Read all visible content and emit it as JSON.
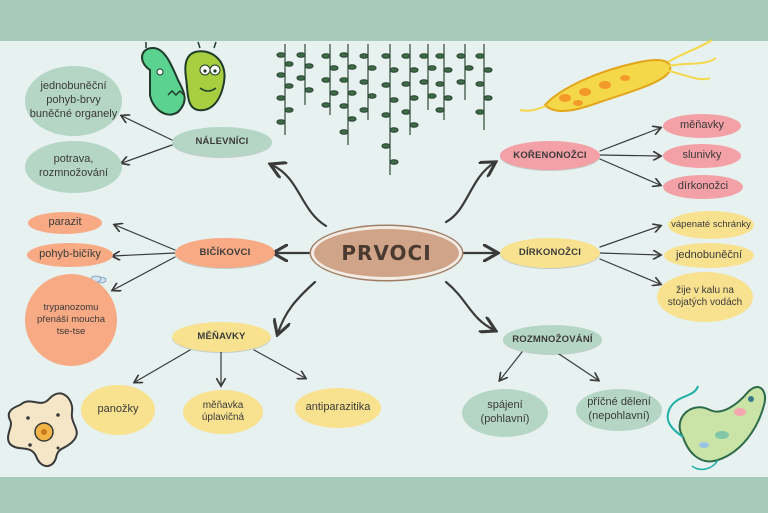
{
  "title": "PRVOCI",
  "colors": {
    "band": "#a7cbbb",
    "background": "#e6f1f0",
    "green_node": "#b5d6c5",
    "orange_node": "#f7aa84",
    "yellow_node": "#f8e28f",
    "pink_node": "#f3a0a6",
    "center_node": "#cfa488"
  },
  "branches": {
    "nalevnici": {
      "label": "NÁLEVNÍCI",
      "items": [
        "jednobuněční pohyb-brvy buněčné organely",
        "potrava, rozmnožování"
      ]
    },
    "bickovci": {
      "label": "BIČÍKOVCI",
      "items": [
        "parazit",
        "pohyb-bičíky",
        "trypanozomu přenáší moucha tse-tse"
      ]
    },
    "menavky": {
      "label": "MĚŇAVKY",
      "items": [
        "panožky",
        "měňavka úplavičná",
        "antiparazitika"
      ]
    },
    "korenonozci": {
      "label": "KOŘENONOŽCI",
      "items": [
        "měňavky",
        "slunivky",
        "dírkonožci"
      ]
    },
    "dirkonozci": {
      "label": "DÍRKONOŽCI",
      "items": [
        "vápenaté schránky",
        "jednobuněční",
        "žije v kalu na stojatých vodách"
      ]
    },
    "rozmnozovani": {
      "label": "ROZMNOŽOVÁNÍ",
      "items": [
        "spájení (pohlavní)",
        "příčné dělení (nepohlavní)"
      ]
    }
  },
  "icons": [
    "green-bacteria-icon",
    "hanging-vines-icon",
    "yellow-protozoan-icon",
    "fly-icon",
    "amoeba-icon",
    "paramecium-icon"
  ]
}
